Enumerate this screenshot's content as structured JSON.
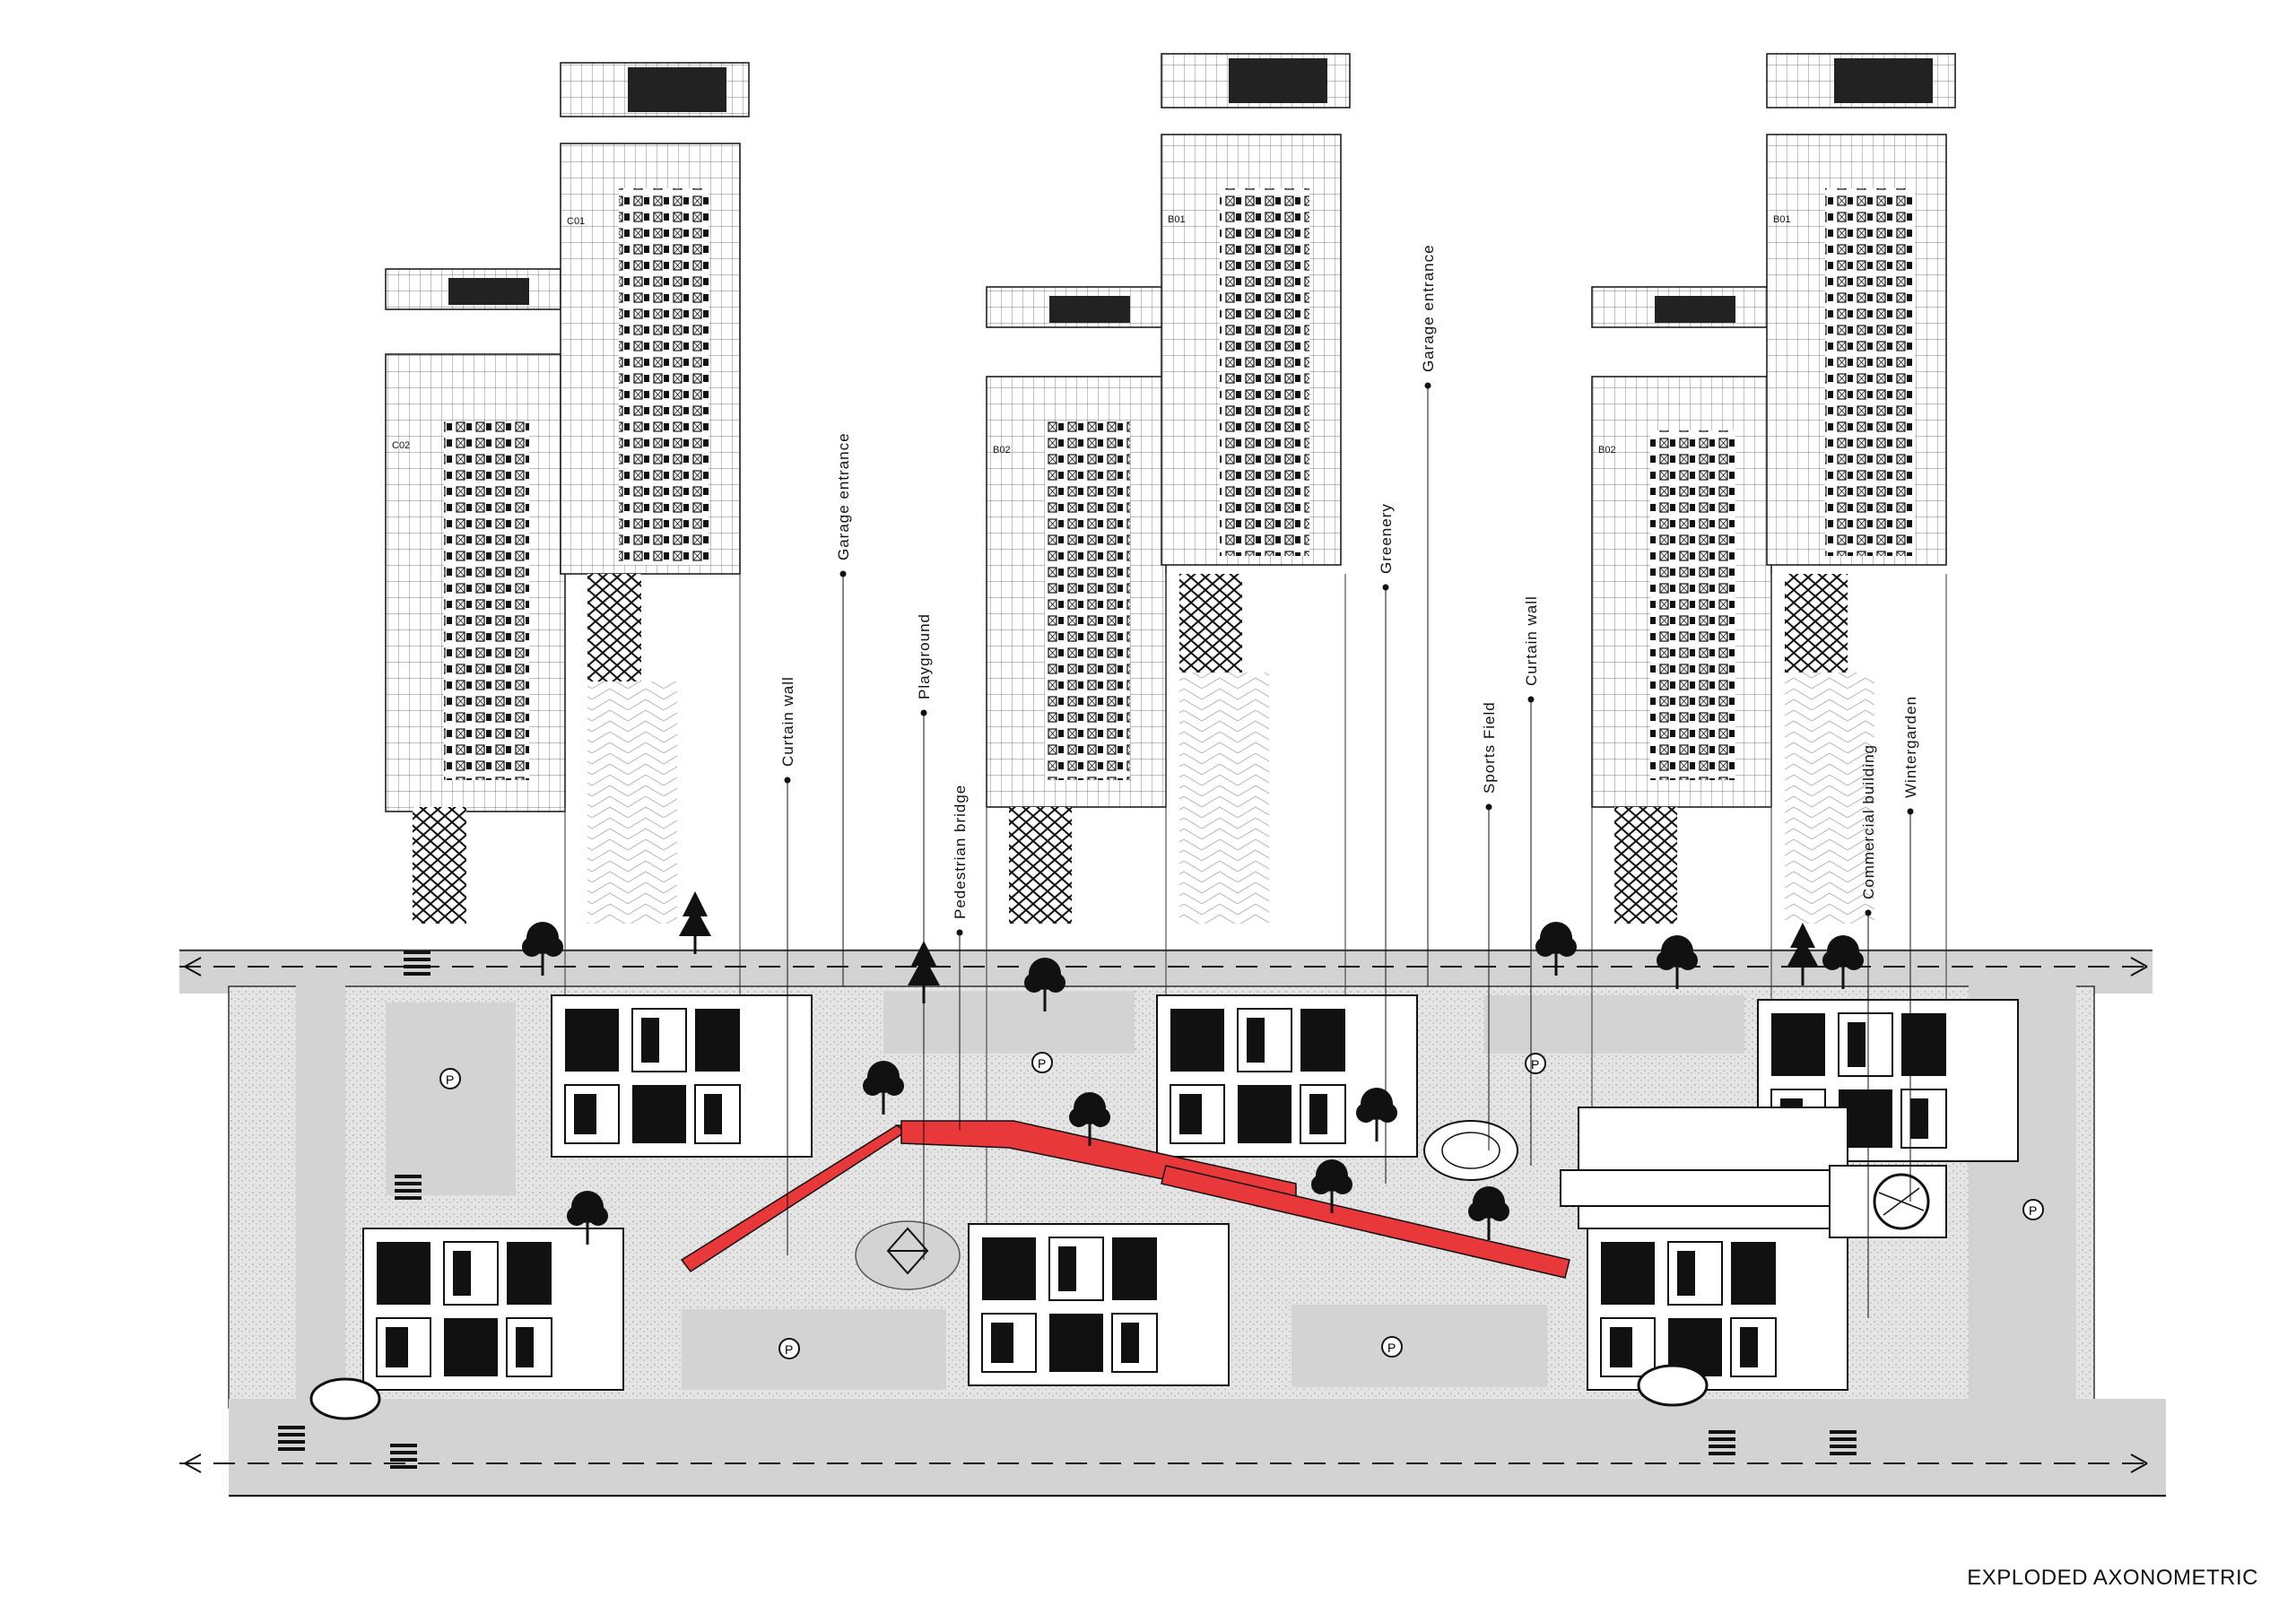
{
  "title": "EXPLODED AXONOMETRIC",
  "towers": [
    {
      "group": "C",
      "codes": [
        "C01",
        "C02"
      ]
    },
    {
      "group": "B-center",
      "codes": [
        "B01",
        "B02"
      ]
    },
    {
      "group": "B-right",
      "codes": [
        "B01",
        "B02"
      ]
    }
  ],
  "labels": {
    "curtain_wall_1": "Curtain wall",
    "garage_entrance_1": "Garage entrance",
    "playground": "Playground",
    "pedestrian_bridge": "Pedestrian bridge",
    "greenery": "Greenery",
    "garage_entrance_2": "Garage entrance",
    "sports_field": "Sports Field",
    "curtain_wall_2": "Curtain wall",
    "commercial_building": "Commercial building",
    "wintergarden": "Wintergarden"
  },
  "parking_symbol": "P",
  "colors": {
    "bridge": "#e8383a",
    "road": "#d3d3d3",
    "outline": "#111111",
    "background": "#ffffff"
  }
}
